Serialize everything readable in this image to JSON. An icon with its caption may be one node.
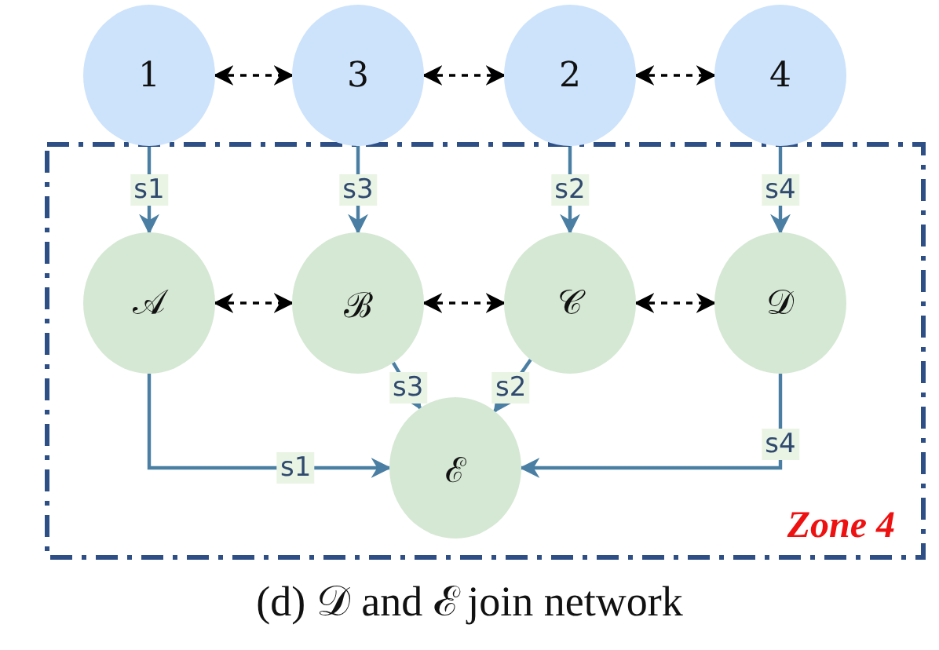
{
  "diagram": {
    "caption": "(d) 𝒟 and ℰ join network",
    "nodes": [
      {
        "text": [
          "1"
        ]
      },
      {
        "text": [
          "3"
        ]
      },
      {
        "text": [
          "2"
        ]
      },
      {
        "text": [
          "4"
        ]
      },
      {
        "text": [
          "Zone 4"
        ]
      },
      {
        "text": [
          "𝒜"
        ],
        "in": 4
      },
      {
        "text": [
          "ℬ"
        ],
        "in": 4
      },
      {
        "text": [
          "𝒞"
        ],
        "in": 4
      },
      {
        "text": [
          "𝒟"
        ],
        "in": 4
      },
      {
        "text": [
          "ℰ"
        ],
        "in": 4
      }
    ],
    "edges": [
      {
        "from": 0,
        "to": 1,
        "arrow": "both",
        "style": "dashed",
        "color": "#000000"
      },
      {
        "from": 1,
        "to": 2,
        "arrow": "both",
        "style": "dashed",
        "color": "#000000"
      },
      {
        "from": 2,
        "to": 3,
        "arrow": "both",
        "style": "dashed",
        "color": "#000000"
      },
      {
        "from": 0,
        "to": 5,
        "arrow": "to",
        "label": "s1"
      },
      {
        "from": 1,
        "to": 6,
        "arrow": "to",
        "label": "s3"
      },
      {
        "from": 2,
        "to": 7,
        "arrow": "to",
        "label": "s2"
      },
      {
        "from": 3,
        "to": 8,
        "arrow": "to",
        "label": "s4"
      },
      {
        "from": 5,
        "to": 6,
        "arrow": "both",
        "style": "dashed",
        "color": "#000000"
      },
      {
        "from": 6,
        "to": 7,
        "arrow": "both",
        "style": "dashed",
        "color": "#000000"
      },
      {
        "from": 7,
        "to": 8,
        "arrow": "both",
        "style": "dashed",
        "color": "#000000"
      },
      {
        "from": 5,
        "to": 9,
        "arrow": "to",
        "label": "s1"
      },
      {
        "from": 6,
        "to": 9,
        "arrow": "to",
        "label": "s3"
      },
      {
        "from": 7,
        "to": 9,
        "arrow": "to",
        "label": "s2"
      },
      {
        "from": 8,
        "to": 9,
        "arrow": "to",
        "label": "s4"
      }
    ]
  }
}
